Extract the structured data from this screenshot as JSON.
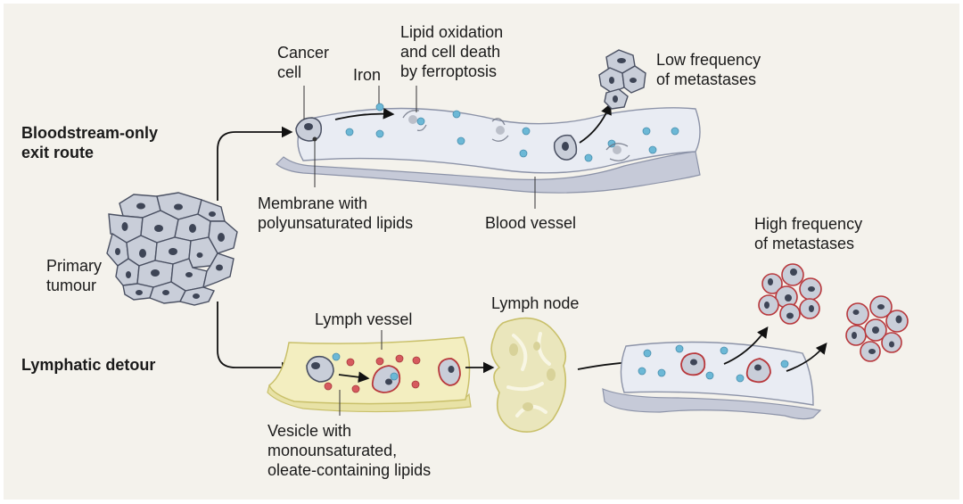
{
  "route_labels": {
    "bloodstream": "Bloodstream-only\nexit route",
    "lymphatic": "Lymphatic detour"
  },
  "labels": {
    "primary_tumour": "Primary\ntumour",
    "cancer_cell": "Cancer\ncell",
    "iron": "Iron",
    "lipid_oxidation": "Lipid oxidation\nand cell death\nby ferroptosis",
    "low_frequency": "Low frequency\nof metastases",
    "membrane": "Membrane with\npolyunsaturated lipids",
    "blood_vessel": "Blood vessel",
    "high_frequency": "High frequency\nof metastases",
    "lymph_vessel": "Lymph vessel",
    "lymph_node": "Lymph node",
    "vesicle": "Vesicle with\nmonounsaturated,\noleate-containing lipids"
  },
  "colors": {
    "background": "#f4f2ec",
    "cell_fill": "#c9ced9",
    "cell_stroke": "#4a5062",
    "nucleus": "#3e4556",
    "iron_dot": "#6cb8d6",
    "vesicle_dot": "#d65a5e",
    "protected_cell_stroke": "#b8383c",
    "lymph_fill": "#f3eec0",
    "lymph_stroke": "#c9c06a",
    "vessel_fill": "#e8ebf2",
    "vessel_stroke": "#8c93a8"
  }
}
